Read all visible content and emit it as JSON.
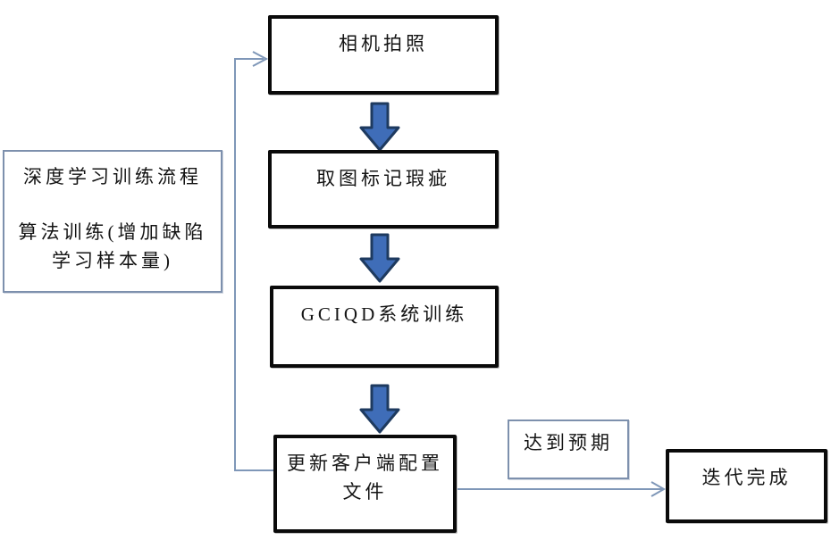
{
  "diagram": {
    "kind": "flowchart",
    "nodes": {
      "camera": {
        "label": "相机拍照"
      },
      "mark_defects": {
        "label": "取图标记瑕疵"
      },
      "system_training": {
        "label": "GCIQD系统训练"
      },
      "update_config": {
        "line1": "更新客户端配置",
        "line2": "文件"
      },
      "iteration_done": {
        "label": "迭代完成"
      }
    },
    "labels": {
      "legend": {
        "line1": "深度学习训练流程",
        "line2": "算法训练(增加缺陷",
        "line3": "学习样本量)"
      },
      "expectation": {
        "label": "达到预期"
      }
    },
    "connectors": {
      "flow_down": [
        "camera -> mark_defects",
        "mark_defects -> system_training",
        "system_training -> update_config"
      ],
      "loop_back": "update_config -> camera",
      "success": {
        "path": "update_config -> iteration_done",
        "label": "达到预期"
      }
    },
    "colors": {
      "box_border": "#0a0a0a",
      "thin_border": "#7d90ad",
      "connector_line": "#7f97b8",
      "block_arrow_fill": "#3f6db8",
      "block_arrow_stroke": "#1e3a5f",
      "background": "#ffffff",
      "text": "#141414"
    }
  }
}
